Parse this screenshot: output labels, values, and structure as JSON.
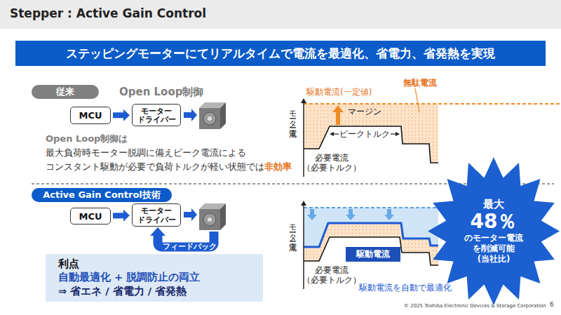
{
  "diagram": {
    "title": "Stepper : Active Gain Control",
    "nodes": [
      {
        "text": [
          "ステッピングモーターにてリアルタイムで電流を最適化、省電力、省発熱を実現"
        ]
      },
      {
        "text": [
          "従来"
        ]
      },
      {
        "text": [
          "MCU"
        ]
      },
      {
        "text": [
          "モーター ドライバー"
        ]
      },
      {
        "text": [
          "Active Gain Control技術"
        ]
      },
      {
        "text": [
          "MCU"
        ]
      },
      {
        "text": [
          "モーター ドライバー"
        ]
      },
      {
        "text": [
          "利点",
          "自動最適化 + 脱調防止の両立",
          "⇒ 省エネ / 省電力 / 省発熱"
        ]
      },
      {
        "text": [
          "駆動電流"
        ]
      },
      {
        "text": [
          "最大",
          "48％",
          "のモーター電流 を削減可能",
          "(当社比)"
        ]
      }
    ],
    "edges": [
      {
        "from": 2,
        "to": 3,
        "arrow": "to"
      },
      {
        "from": 5,
        "to": 6,
        "arrow": "to"
      }
    ],
    "labels": [
      "Open Loop制御",
      "Open Loop制御は",
      "最大負荷時モーター脱調に備えピーク電流による",
      "コンスタント駆動が必要で負荷トルクが軽い状態では",
      "非効率",
      "駆動電流(一定値)",
      "無駄電流",
      "マージン",
      "モーター電流",
      "ピークトルク",
      "必要電流 （必要トルク）",
      "フィードバック",
      "モーター電流",
      "必要電流 （必要トルク）",
      "駆動電流を自動で最適化",
      "© 2025 Toshiba Electronic Devices & Storage Corporation",
      "6"
    ]
  }
}
